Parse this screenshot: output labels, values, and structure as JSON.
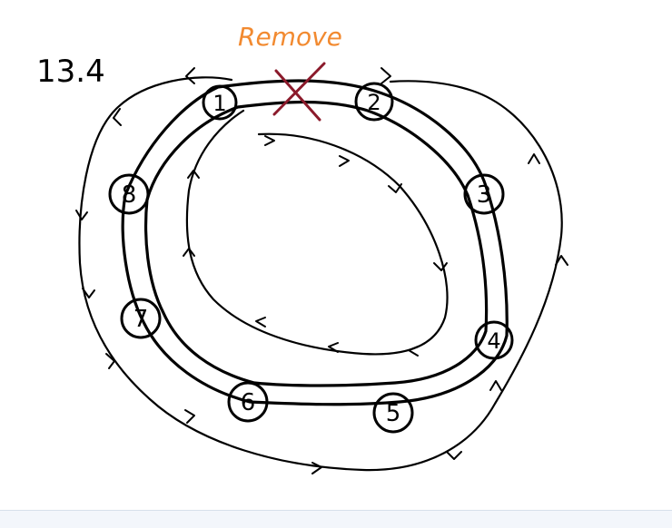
{
  "diagram": {
    "label": "13.4",
    "annotation": "Remove",
    "nodes": [
      "1",
      "2",
      "3",
      "4",
      "5",
      "6",
      "7",
      "8"
    ],
    "colors": {
      "ink": "#000000",
      "annotation": "#f28a30",
      "cross": "#8b1a2b",
      "scrollbar": "#f3f6fb"
    }
  }
}
